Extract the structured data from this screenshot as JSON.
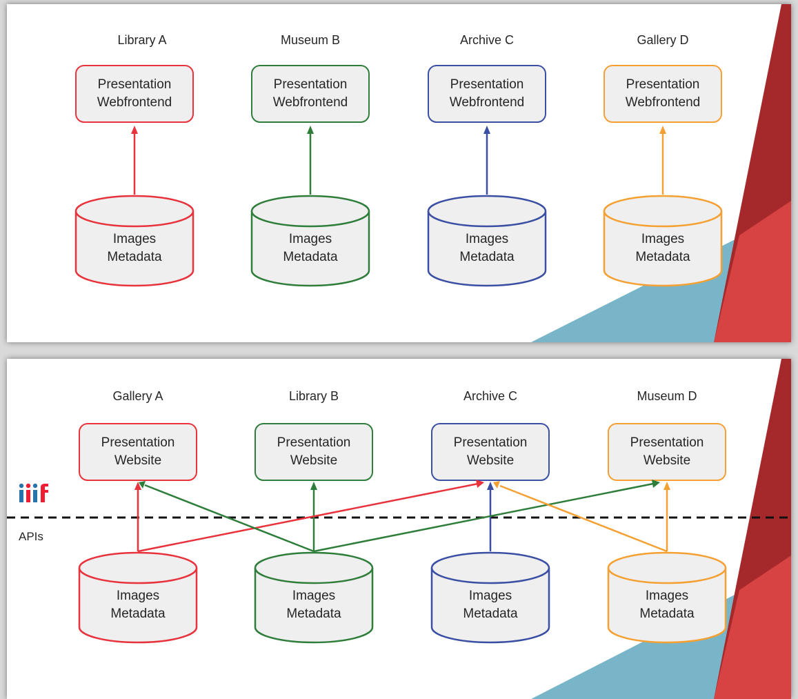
{
  "colors": {
    "red": "#e8323c",
    "green": "#2e7d3a",
    "blue": "#3a4fa3",
    "orange": "#f5a033",
    "decor_dark_red": "#a5282a",
    "decor_red": "#d94545",
    "decor_teal": "#79b5c8"
  },
  "top": {
    "columns": [
      {
        "name": "Library A",
        "box_line1": "Presentation",
        "box_line2": "Webfrontend",
        "db_line1": "Images",
        "db_line2": "Metadata"
      },
      {
        "name": "Museum B",
        "box_line1": "Presentation",
        "box_line2": "Webfrontend",
        "db_line1": "Images",
        "db_line2": "Metadata"
      },
      {
        "name": "Archive C",
        "box_line1": "Presentation",
        "box_line2": "Webfrontend",
        "db_line1": "Images",
        "db_line2": "Metadata"
      },
      {
        "name": "Gallery D",
        "box_line1": "Presentation",
        "box_line2": "Webfrontend",
        "db_line1": "Images",
        "db_line2": "Metadata"
      }
    ]
  },
  "bottom": {
    "columns": [
      {
        "name": "Gallery A",
        "box_line1": "Presentation",
        "box_line2": "Website",
        "db_line1": "Images",
        "db_line2": "Metadata"
      },
      {
        "name": "Library B",
        "box_line1": "Presentation",
        "box_line2": "Website",
        "db_line1": "Images",
        "db_line2": "Metadata"
      },
      {
        "name": "Archive C",
        "box_line1": "Presentation",
        "box_line2": "Website",
        "db_line1": "Images",
        "db_line2": "Metadata"
      },
      {
        "name": "Museum D",
        "box_line1": "Presentation",
        "box_line2": "Website",
        "db_line1": "Images",
        "db_line2": "Metadata"
      }
    ],
    "apis_label": "APIs",
    "logo_icon": "iiif-logo-icon"
  }
}
